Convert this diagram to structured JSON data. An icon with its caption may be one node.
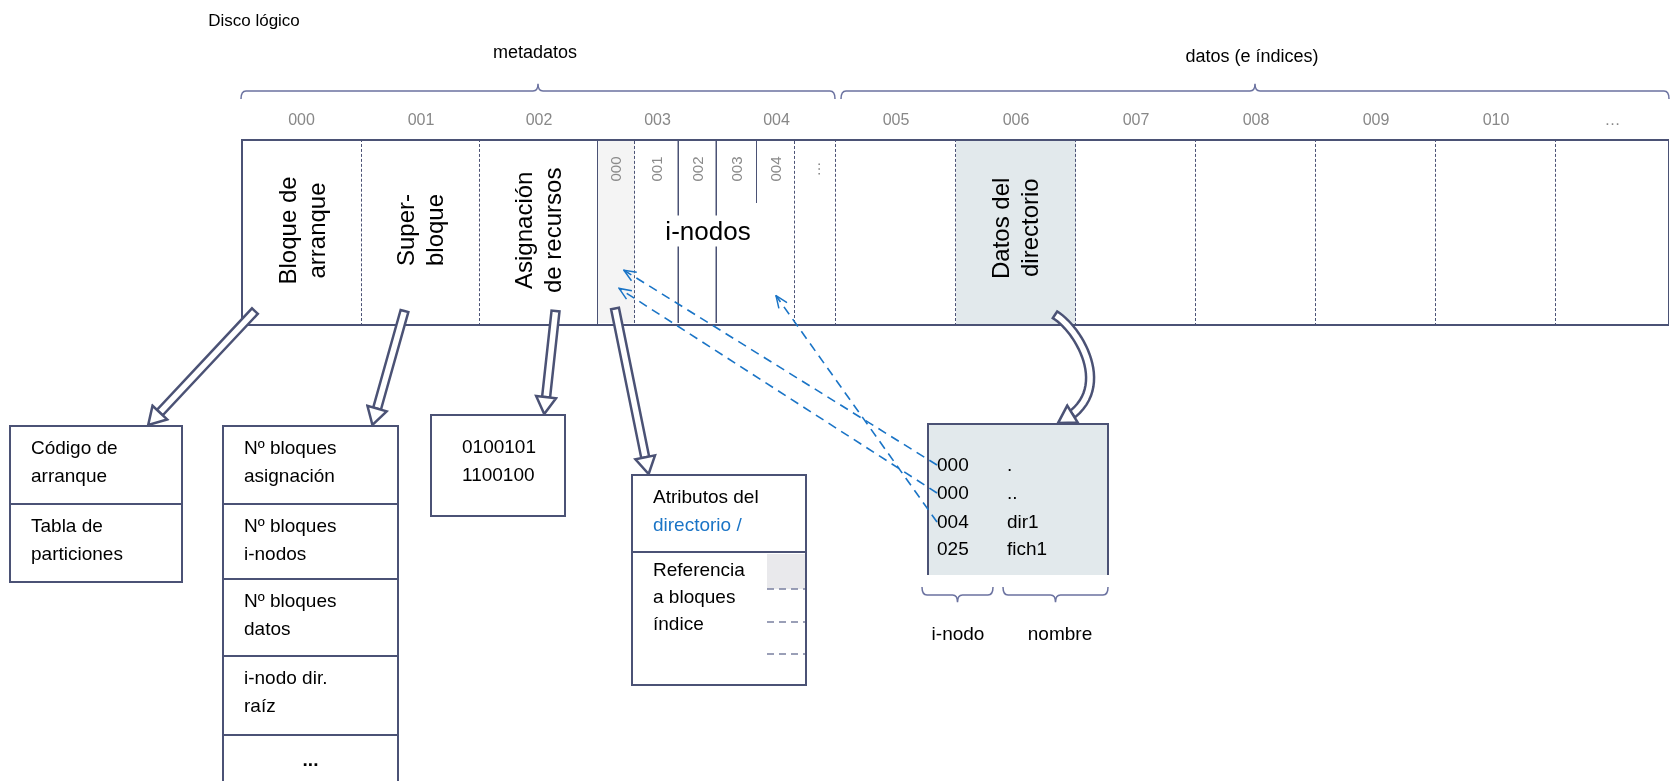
{
  "diagram": {
    "nodes": [
      {
        "text": [
          "Bloque de arranque"
        ],
        "beside": [
          "000"
        ]
      },
      {
        "text": [
          "Super- bloque"
        ],
        "beside": [
          "001"
        ]
      },
      {
        "text": [
          "Asignación de recursos"
        ],
        "beside": [
          "002"
        ]
      },
      {
        "text": [
          "i-nodos"
        ],
        "beside": [
          "003",
          "004"
        ]
      },
      {
        "text": [
          "000"
        ],
        "in": 3
      },
      {
        "text": [
          "001"
        ],
        "in": 3
      },
      {
        "text": [
          "002"
        ],
        "in": 3
      },
      {
        "text": [
          "003"
        ],
        "in": 3
      },
      {
        "text": [
          "004"
        ],
        "in": 3
      },
      {
        "text": [
          "…"
        ],
        "in": 3
      },
      {
        "text": [],
        "shape": "box",
        "beside": [
          "005"
        ]
      },
      {
        "text": [
          "Datos del directorio"
        ],
        "beside": [
          "006"
        ]
      },
      {
        "text": [],
        "shape": "box",
        "beside": [
          "007"
        ]
      },
      {
        "text": [],
        "shape": "box",
        "beside": [
          "008"
        ]
      },
      {
        "text": [],
        "shape": "box",
        "beside": [
          "009"
        ]
      },
      {
        "text": [],
        "shape": "box",
        "beside": [
          "010"
        ]
      },
      {
        "text": [],
        "shape": "box",
        "beside": [
          "…"
        ]
      },
      {
        "text": [
          "Código de arranque"
        ]
      },
      {
        "text": [
          "Tabla de particiones"
        ]
      },
      {
        "text": [
          "Nº bloques asignación"
        ]
      },
      {
        "text": [
          "Nº bloques i-nodos"
        ]
      },
      {
        "text": [
          "Nº bloques datos"
        ]
      },
      {
        "text": [
          "i-nodo dir. raíz"
        ]
      },
      {
        "text": [
          "..."
        ]
      },
      {
        "text": [
          "0100101 1100100"
        ]
      },
      {
        "text": [
          "Atributos del",
          "directorio /"
        ]
      },
      {
        "text": [
          "Referencia a bloques índice"
        ]
      },
      {
        "text": [],
        "shape": "box"
      },
      {
        "text": [
          "000",
          "."
        ],
        "in": 27
      },
      {
        "text": [
          "000",
          ".."
        ],
        "in": 27
      },
      {
        "text": [
          "004",
          "dir1"
        ],
        "in": 27
      },
      {
        "text": [
          "025",
          "fich1"
        ],
        "in": 27
      }
    ],
    "edges": [
      {
        "from": 0,
        "to": 17,
        "arrow": "to"
      },
      {
        "from": 1,
        "to": 19,
        "arrow": "to"
      },
      {
        "from": 2,
        "to": 24,
        "arrow": "to"
      },
      {
        "from": 4,
        "to": 25,
        "arrow": "to"
      },
      {
        "from": 11,
        "to": 27,
        "arrow": "to"
      },
      {
        "from": 28,
        "to": 4,
        "arrow": "to",
        "style": "dashed",
        "color": "#1a74c6"
      },
      {
        "from": 29,
        "to": 4,
        "arrow": "to",
        "style": "dashed",
        "color": "#1a74c6"
      },
      {
        "from": 30,
        "to": 8,
        "arrow": "to",
        "style": "dashed",
        "color": "#1a74c6"
      }
    ],
    "labels": [
      "Disco lógico",
      "metadatos",
      "datos (e índices)",
      "i-nodo",
      "nombre"
    ]
  }
}
